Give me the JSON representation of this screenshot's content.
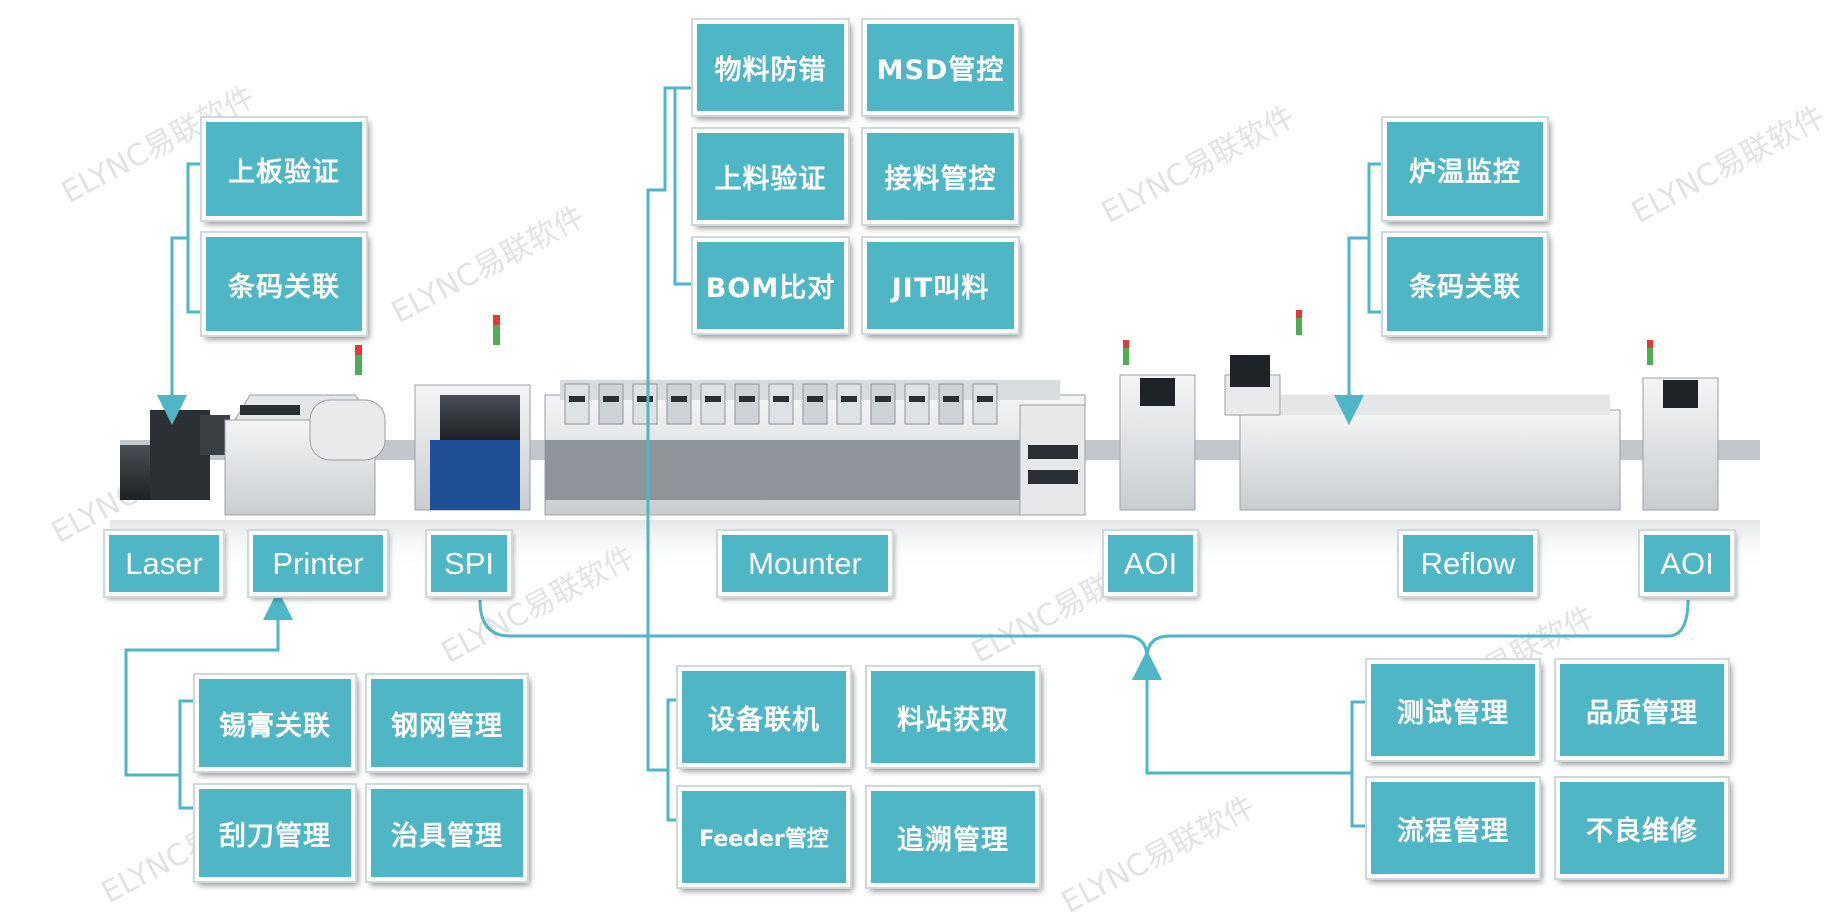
{
  "watermark_text": "ELYNC易联软件",
  "colors": {
    "box_fill": "#4eb6c4",
    "line": "#4eb6c4",
    "text": "#ffffff"
  },
  "machines": {
    "laser": "Laser",
    "printer": "Printer",
    "spi": "SPI",
    "mounter": "Mounter",
    "aoi_1": "AOI",
    "reflow": "Reflow",
    "aoi_2": "AOI"
  },
  "groups": {
    "laser_top": [
      "上板验证",
      "条码关联"
    ],
    "mounter_top": [
      "物料防错",
      "MSD管控",
      "上料验证",
      "接料管控",
      "BOM比对",
      "JIT叫料"
    ],
    "reflow_top": [
      "炉温监控",
      "条码关联"
    ],
    "printer_bottom": [
      "锡膏关联",
      "钢网管理",
      "刮刀管理",
      "治具管理"
    ],
    "mounter_bottom": [
      "设备联机",
      "料站获取",
      "Feeder管控",
      "追溯管理"
    ],
    "inspection_bottom": [
      "测试管理",
      "品质管理",
      "流程管理",
      "不良维修"
    ]
  }
}
